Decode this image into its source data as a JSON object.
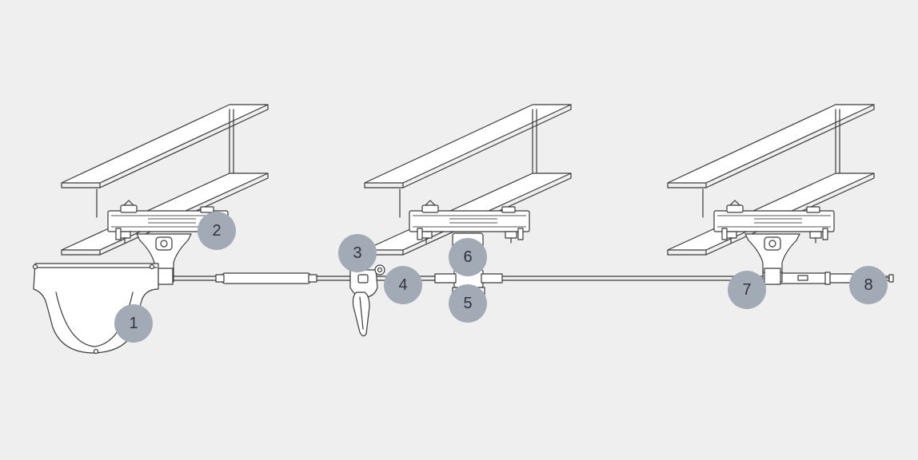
{
  "colors": {
    "background": "#efefef",
    "callout_fill": "#a2aab5",
    "callout_text": "#2e3440",
    "line": "#3a3a3a"
  },
  "callouts": [
    {
      "label": "1"
    },
    {
      "label": "2"
    },
    {
      "label": "3"
    },
    {
      "label": "4"
    },
    {
      "label": "5"
    },
    {
      "label": "6"
    },
    {
      "label": "7"
    },
    {
      "label": "8"
    }
  ]
}
